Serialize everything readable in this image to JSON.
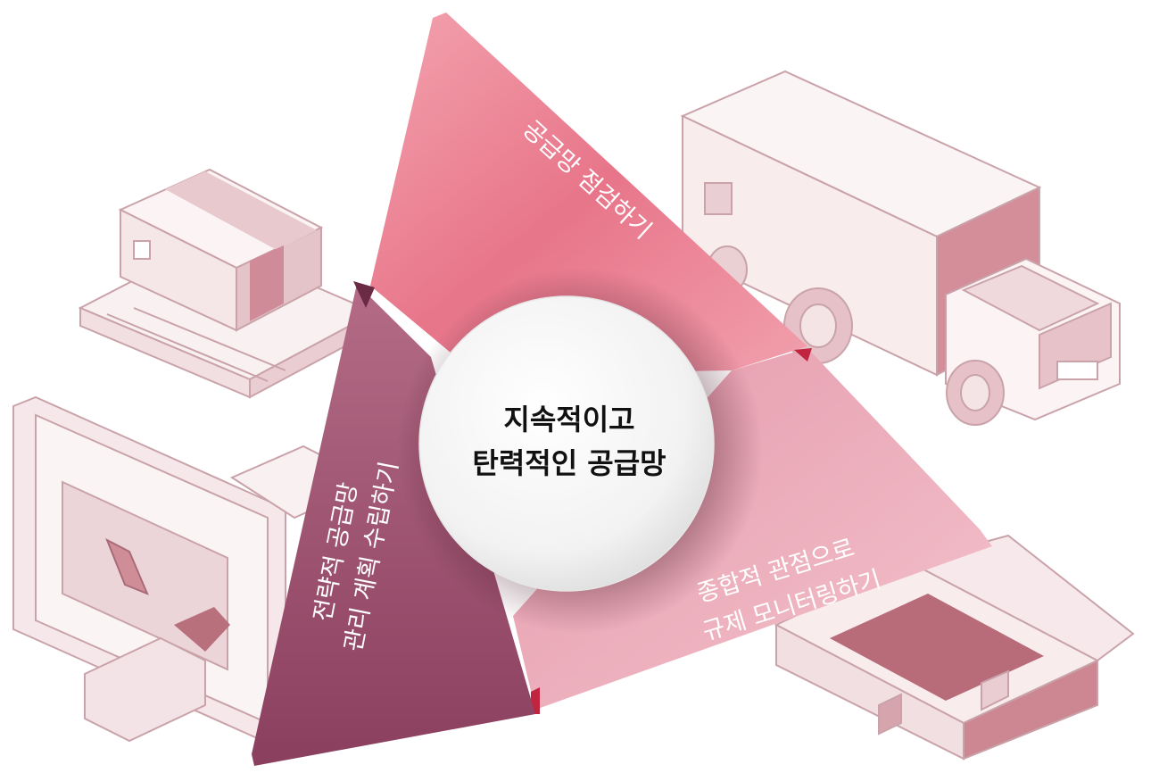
{
  "center": {
    "line1": "지속적이고",
    "line2": "탄력적인 공급망"
  },
  "segments": [
    {
      "id": "top",
      "lines": [
        "공급망 점검하기"
      ],
      "color": "#e8768a"
    },
    {
      "id": "right",
      "lines": [
        "종합적 관점으로",
        "규제 모니터링하기"
      ],
      "color": "#eeb0bd"
    },
    {
      "id": "left",
      "lines": [
        "전략적 공급망",
        "관리 계획 수립하기"
      ],
      "color": "#a45672"
    }
  ],
  "colors": {
    "illustration_line": "#c9a3a9",
    "illustration_fill": "#f4e4e6",
    "illustration_accent": "#b56c78",
    "fold_dark": "#c0243f"
  }
}
